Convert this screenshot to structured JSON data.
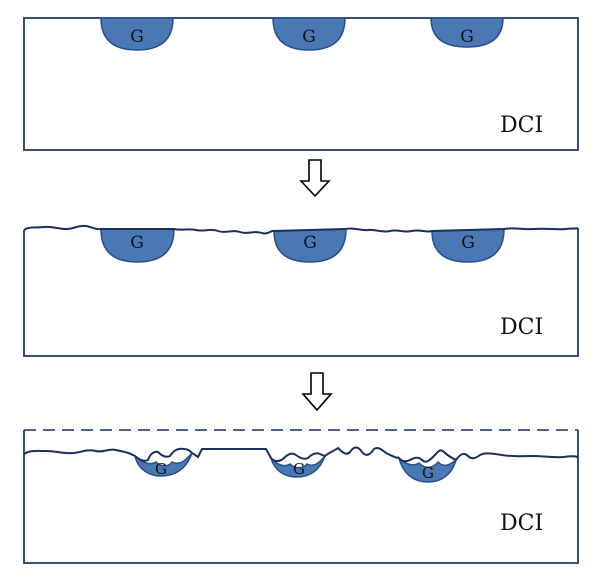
{
  "panels": [
    {
      "matrix_label": "DCI",
      "graphite_labels": [
        "G",
        "G",
        "G"
      ]
    },
    {
      "matrix_label": "DCI",
      "graphite_labels": [
        "G",
        "G",
        "G"
      ]
    },
    {
      "matrix_label": "DCI",
      "graphite_labels": [
        "G",
        "G",
        "G"
      ]
    }
  ],
  "colors": {
    "graphite_fill": "#4a78b5",
    "graphite_stroke": "#2a4f86",
    "panel_stroke": "#1f3a6b",
    "surface_line": "#1b2f5c",
    "arrow_stroke": "#000000"
  }
}
